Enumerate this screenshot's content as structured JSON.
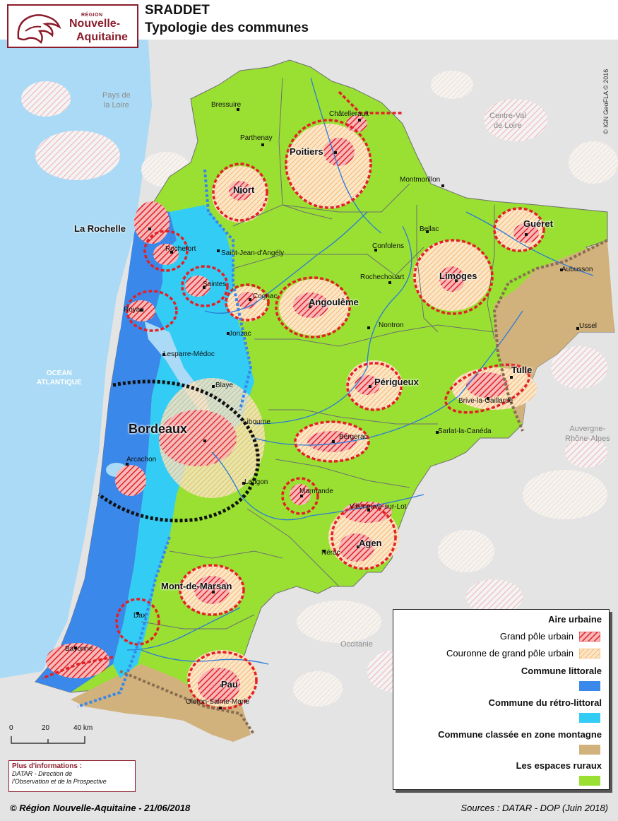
{
  "header": {
    "logo_region": "RÉGION",
    "logo_name_line1": "Nouvelle-",
    "logo_name_line2": "Aquitaine",
    "title_line1": "SRADDET",
    "title_line2": "Typologie des communes"
  },
  "neighbours": {
    "pays_de_la_loire": [
      "Pays de",
      "la Loire"
    ],
    "centre_val_de_loire": [
      "Centre-Val",
      "de Loire"
    ],
    "auvergne_rhone_alpes": [
      "Auvergne-",
      "Rhône-Alpes"
    ],
    "occitanie": "Occitanie",
    "ocean": [
      "OCEAN",
      "ATLANTIQUE"
    ]
  },
  "major_cities": [
    "Poitiers",
    "Niort",
    "La Rochelle",
    "Guéret",
    "Limoges",
    "Angoulême",
    "Tulle",
    "Périgueux",
    "Agen",
    "Mont-de-Marsan",
    "Pau"
  ],
  "capital": "Bordeaux",
  "towns": [
    "Bressuire",
    "Châtellerault",
    "Parthenay",
    "Montmorillon",
    "Bellac",
    "Confolens",
    "Rochefort",
    "Saint-Jean-d'Angély",
    "Rochechouart",
    "Aubusson",
    "Saintes",
    "Cognac",
    "Royan",
    "Nontron",
    "Ussel",
    "Jonzac",
    "Lesparre-Médoc",
    "Blaye",
    "Brive-la-Gaillarde",
    "Libourne",
    "Sarlat-la-Canéda",
    "Bergerac",
    "Arcachon",
    "Langon",
    "Marmande",
    "Villeneuve-sur-Lot",
    "Nérac",
    "Dax",
    "Bayonne",
    "Oloron-Sainte-Marie"
  ],
  "credit": "© IGN GeoFLA © 2016",
  "scale": {
    "ticks": [
      "0",
      "20",
      "40 km"
    ]
  },
  "legend": {
    "urban_heading": "Aire urbaine",
    "grand_pole": "Grand pôle urbain",
    "couronne": "Couronne de grand pôle urbain",
    "littorale": "Commune littorale",
    "retro_littoral": "Commune du rétro-littoral",
    "montagne": "Commune classée en zone montagne",
    "rural": "Les espaces ruraux"
  },
  "info": {
    "title": "Plus d'informations :",
    "line1": "DATAR - Direction de",
    "line2": "l'Observation et de la Prospective"
  },
  "footer": {
    "left": "© Région Nouvelle-Aquitaine - 21/06/2018",
    "right": "Sources : DATAR - DOP (Juin 2018)"
  },
  "colors": {
    "rural": "#99e033",
    "littorale": "#3a88ea",
    "retro_littoral": "#33ccf5",
    "montagne": "#d2b27c",
    "ocean": "#aadaf5",
    "neighbour": "#e4e4e4",
    "pole_red": "#e32026",
    "couronne_orange": "#f5a54a"
  }
}
